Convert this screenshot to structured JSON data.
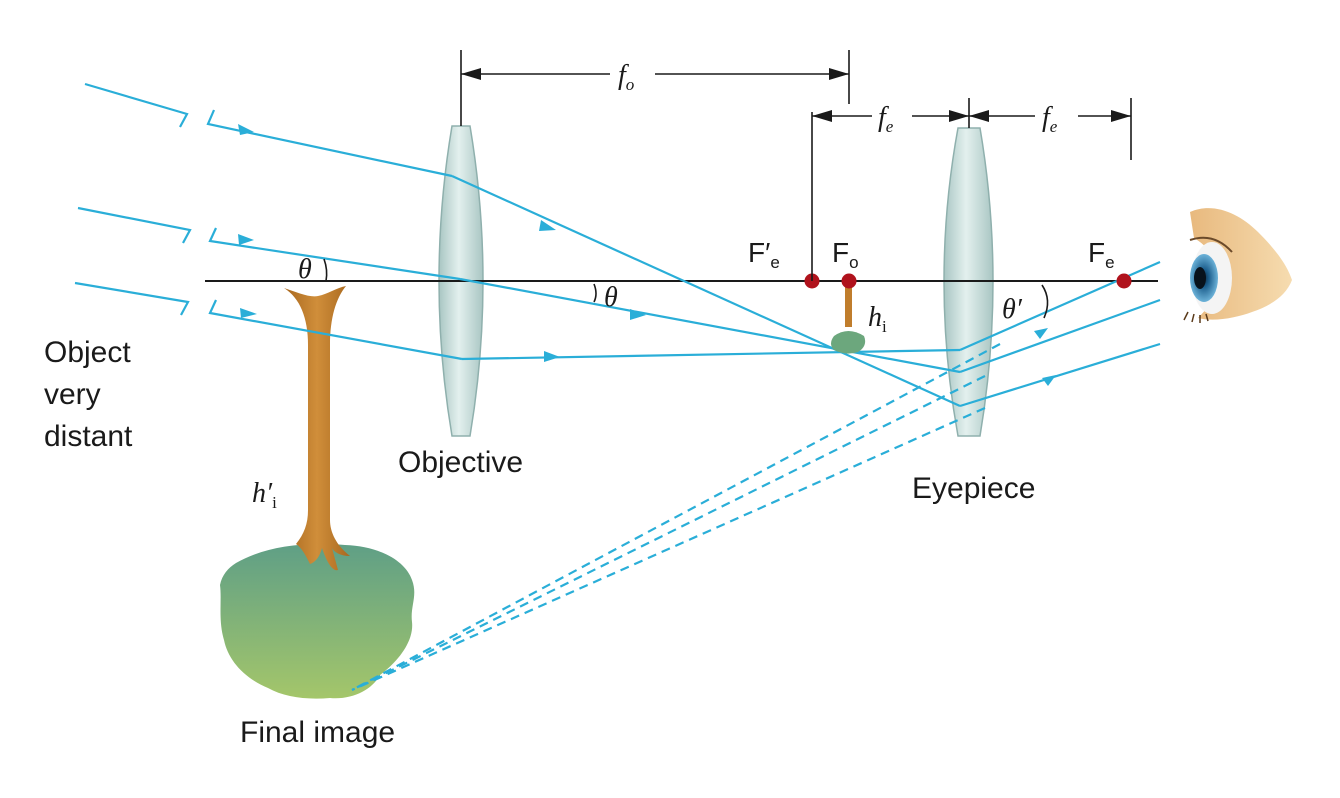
{
  "labels": {
    "object": [
      "Object",
      "very",
      "distant"
    ],
    "objective": "Objective",
    "eyepiece": "Eyepiece",
    "final_image": "Final image",
    "theta": "θ",
    "theta_prime": "θ′",
    "f_o": "f",
    "f_o_sub": "o",
    "f_e": "f",
    "f_e_sub": "e",
    "F_e_prime": "F′",
    "F_e_prime_sub": "e",
    "F_o": "F",
    "F_o_sub": "o",
    "F_e": "F",
    "F_e_sub": "e",
    "h_i": "h",
    "h_i_sub": "i",
    "h_i_prime": "h′",
    "h_i_prime_sub": "i"
  },
  "colors": {
    "ray": "#2aaed8",
    "lens": "#cfe3e1",
    "focal_point": "#b0121c",
    "tree_trunk": "#c07d2c",
    "tree_crown": "#7fb27e"
  },
  "icons": {
    "eye": "eye-icon"
  }
}
